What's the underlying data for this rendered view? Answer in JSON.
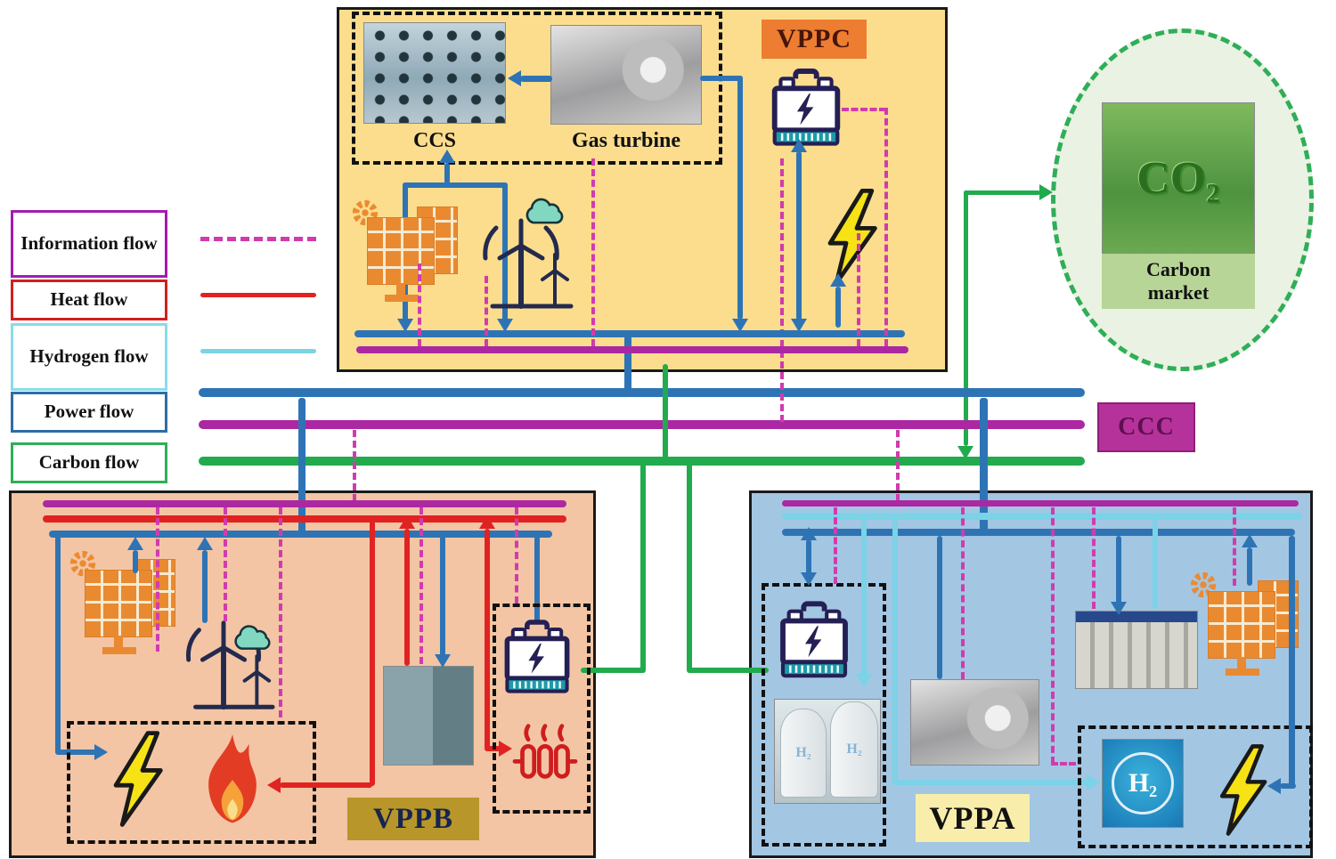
{
  "colors": {
    "pow": "#2e74b5",
    "inf": "#ab28a2",
    "infd": "#d13bae",
    "heat": "#e02322",
    "h2": "#7ad3e6",
    "carb": "#21ab4c"
  },
  "legend": {
    "information": "Information flow",
    "heat": "Heat flow",
    "hydrogen": "Hydrogen flow",
    "power": "Power flow",
    "carbon": "Carbon flow"
  },
  "vppc": {
    "label": "VPPC",
    "ccs": "CCS",
    "gas_turbine": "Gas turbine"
  },
  "vppb": {
    "label": "VPPB"
  },
  "vppa": {
    "label": "VPPA"
  },
  "ccc": {
    "label": "CCC"
  },
  "carbon_market": {
    "line1": "Carbon",
    "line2": "market",
    "co2": "CO₂"
  },
  "h2": {
    "tank_a": "H₂",
    "tank_b": "H₂",
    "load": "H₂"
  }
}
